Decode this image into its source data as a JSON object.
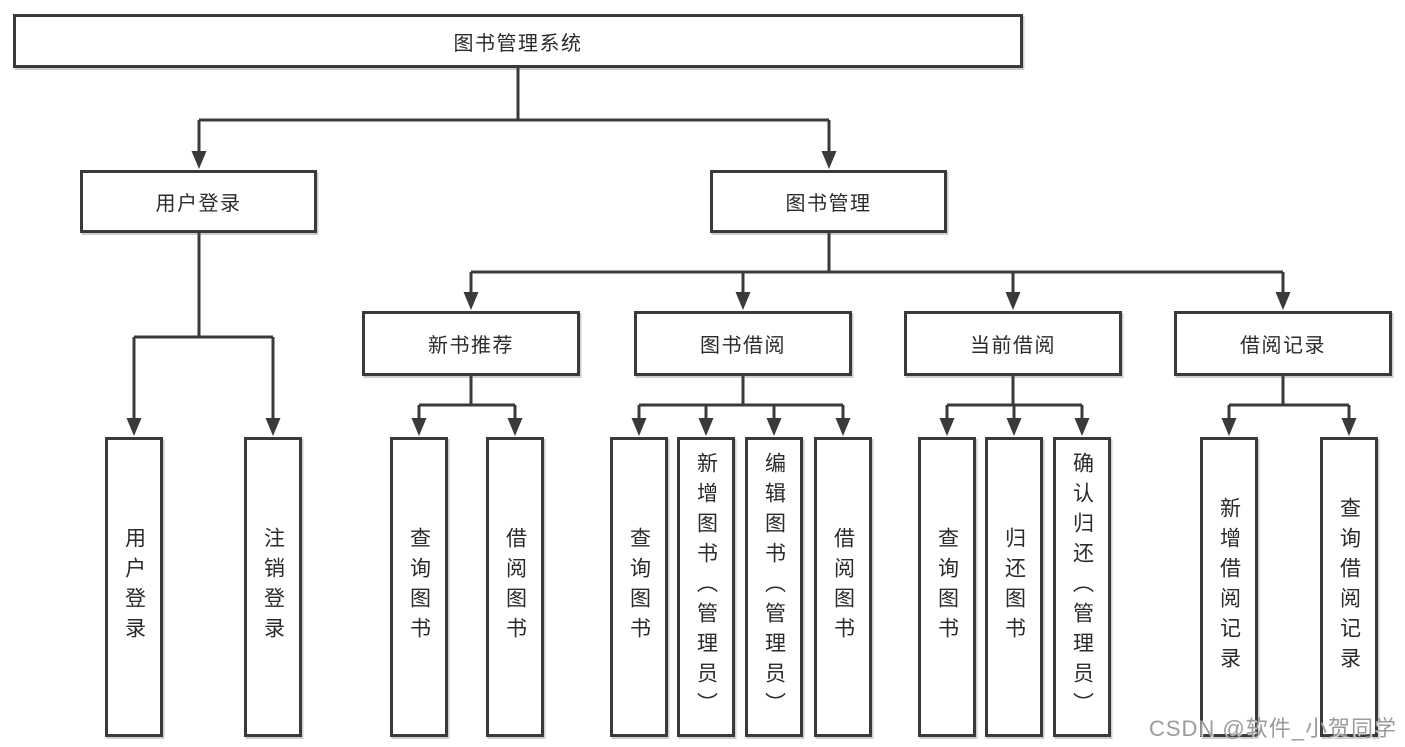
{
  "tree": {
    "label": "图书管理系统",
    "children": [
      {
        "label": "用户登录",
        "children": [
          {
            "label": "用户登录"
          },
          {
            "label": "注销登录"
          }
        ]
      },
      {
        "label": "图书管理",
        "children": [
          {
            "label": "新书推荐",
            "children": [
              {
                "label": "查询图书"
              },
              {
                "label": "借阅图书"
              }
            ]
          },
          {
            "label": "图书借阅",
            "children": [
              {
                "label": "查询图书"
              },
              {
                "label": "新增图书（管理员）"
              },
              {
                "label": "编辑图书（管理员）"
              },
              {
                "label": "借阅图书"
              }
            ]
          },
          {
            "label": "当前借阅",
            "children": [
              {
                "label": "查询图书"
              },
              {
                "label": "归还图书"
              },
              {
                "label": "确认归还（管理员）"
              }
            ]
          },
          {
            "label": "借阅记录",
            "children": [
              {
                "label": "新增借阅记录"
              },
              {
                "label": "查询借阅记录"
              }
            ]
          }
        ]
      }
    ]
  },
  "watermark": {
    "text": "CSDN @软件_小贺同学"
  },
  "colors": {
    "line": "#3a3a3a",
    "box-bg": "#ffffff",
    "watermark": "#9b9b9b"
  }
}
